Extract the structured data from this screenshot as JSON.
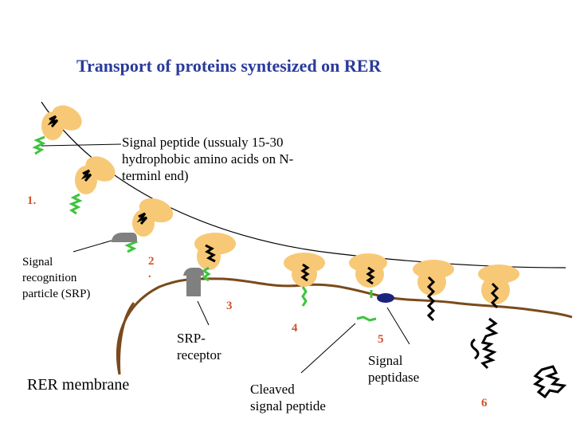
{
  "title": "Transport of proteins syntesized on RER",
  "labels": {
    "signal_peptide": [
      "Signal peptide (ussualy 15-30",
      "hydrophobic amino acids on  N-",
      "terminl end)"
    ],
    "srp": [
      "Signal",
      "recognition",
      "particle (SRP)"
    ],
    "srp_receptor": [
      "SRP-",
      "receptor"
    ],
    "cleaved_peptide": [
      "Cleaved",
      "signal peptide"
    ],
    "signal_peptidase": [
      "Signal",
      "peptidase"
    ],
    "rer_membrane": "RER membrane"
  },
  "steps": [
    "1.",
    "2",
    ".",
    "3",
    "4",
    "5",
    "6"
  ],
  "colors": {
    "title": "#2a3b9c",
    "step_numbers": "#d4512a",
    "ribosome": "#f7c977",
    "membrane": "#7a4a1c",
    "signal_peptide": "#3ec43e",
    "srp": "#808080",
    "peptidase": "#1a237e"
  }
}
